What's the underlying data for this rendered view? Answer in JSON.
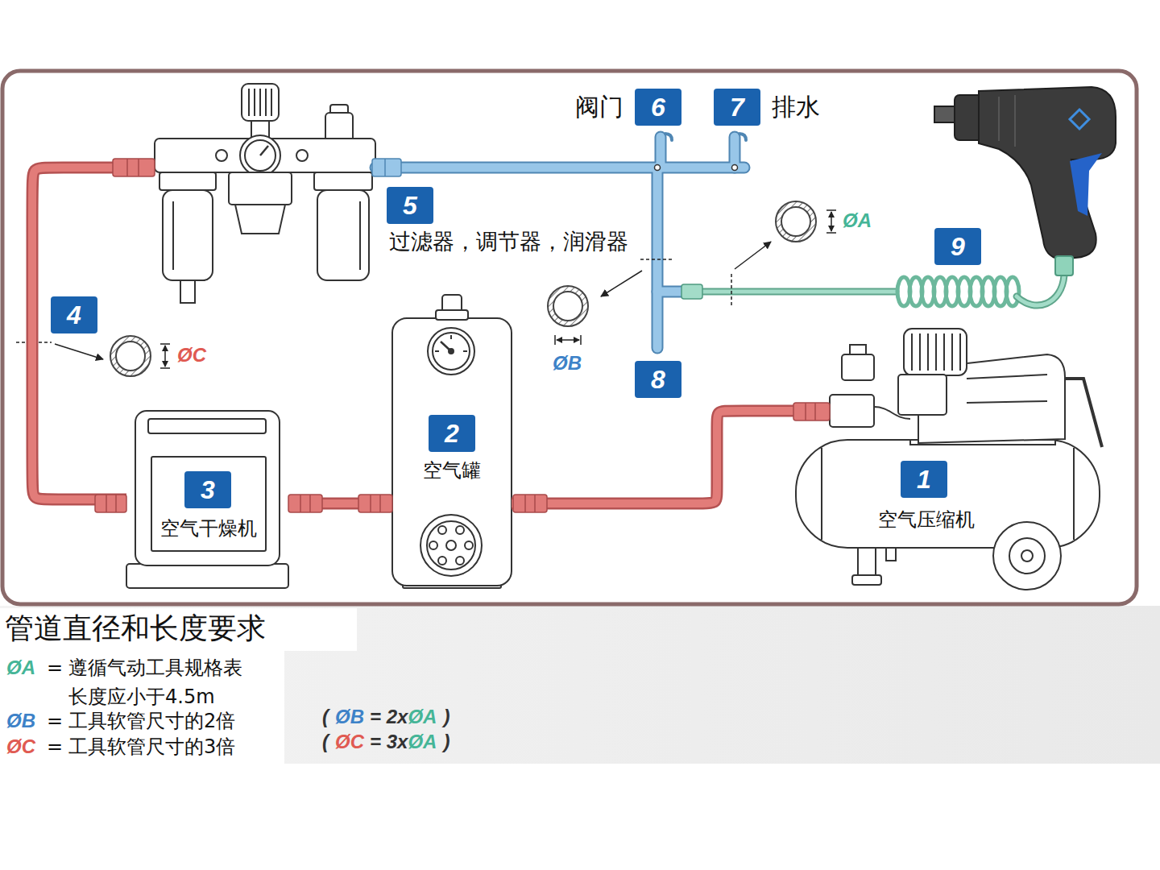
{
  "diagram": {
    "title": "管道直径和长度要求",
    "nodes": [
      {
        "text": [
          "阀门",
          "6"
        ]
      },
      {
        "text": [
          "7",
          "排水"
        ]
      },
      {
        "text": [
          "5",
          "过滤器，调节器，润滑器"
        ]
      },
      {
        "text": [
          "9"
        ]
      },
      {
        "text": [
          "4"
        ]
      },
      {
        "text": [
          "8"
        ]
      },
      {
        "text": [
          "2",
          "空气罐"
        ]
      },
      {
        "text": [
          "1",
          "空气压缩机"
        ]
      },
      {
        "text": [
          "3",
          "空气干燥机"
        ]
      }
    ],
    "edges": [
      {
        "from": 7,
        "to": 6,
        "arrow": "none"
      },
      {
        "from": 6,
        "to": 8,
        "arrow": "none"
      },
      {
        "from": 8,
        "to": 2,
        "arrow": "none"
      }
    ],
    "labels": [
      "ØC",
      "ØB",
      "ØA",
      "ØA",
      "=",
      "遵循气动工具规格表",
      "长度应小于4.5m",
      "ØB",
      "=",
      "工具软管尺寸的2倍",
      "ØC",
      "=",
      "工具软管尺寸的3倍",
      "(",
      "ØB",
      "= 2x",
      "ØA",
      ")",
      "(",
      "ØC",
      "= 3x",
      "ØA",
      ")"
    ]
  }
}
